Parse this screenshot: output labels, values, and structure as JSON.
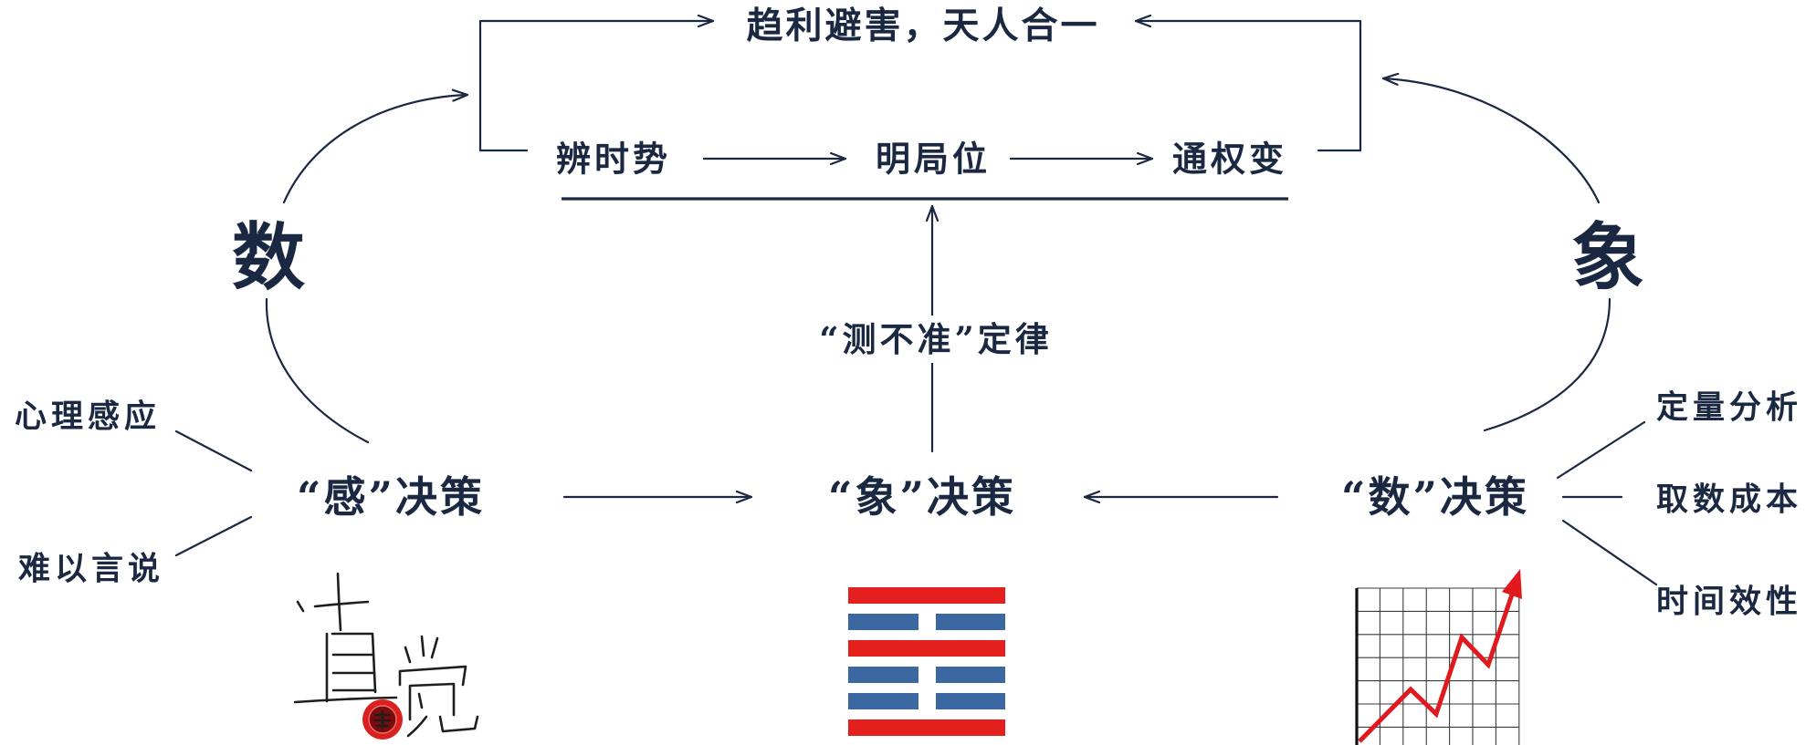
{
  "colors": {
    "ink": "#1a2842",
    "yang_red": "#e3201e",
    "yin_blue": "#3b68a0",
    "chart_red": "#e0191f",
    "seal_red": "#d9221f"
  },
  "goal": "趋利避害，天人合一",
  "steps": [
    "辨时势",
    "明局位",
    "通权变"
  ],
  "law": "“测不准”定律",
  "arcs": {
    "left": "数",
    "right": "象"
  },
  "decisions": {
    "gan": "“感”决策",
    "xiang": "“象”决策",
    "shu": "“数”决策"
  },
  "gan_traits": [
    "心理感应",
    "难以言说"
  ],
  "shu_traits": [
    "定量分析",
    "取数成本",
    "时间效性"
  ],
  "images": {
    "intuition": {
      "lettering": "直觉",
      "icon": "handwritten-intuition-with-seal"
    },
    "hexagram": {
      "icon": "hexagram-icon",
      "lines": [
        "yang",
        "yin",
        "yang",
        "yin",
        "yin",
        "yang"
      ]
    },
    "growth_chart": {
      "icon": "rising-line-chart-icon"
    }
  }
}
